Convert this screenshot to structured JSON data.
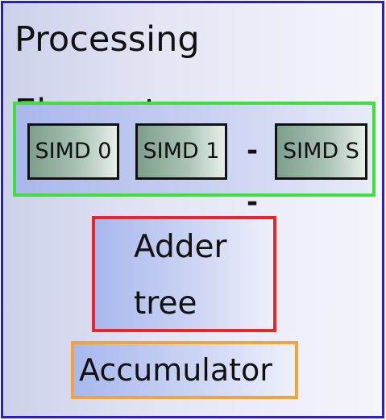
{
  "processing_element": {
    "title": "Processing\nElement",
    "border_color": "#2a1fc0"
  },
  "simd_group": {
    "border_color": "#3ee03a",
    "units": [
      {
        "label": "SIMD 0"
      },
      {
        "label": "SIMD 1"
      },
      {
        "label": "SIMD S"
      }
    ],
    "ellipsis": "- -"
  },
  "adder_tree": {
    "label": "Adder\ntree",
    "border_color": "#e8262b"
  },
  "accumulator": {
    "label": "Accumulator",
    "border_color": "#f2a43a"
  }
}
